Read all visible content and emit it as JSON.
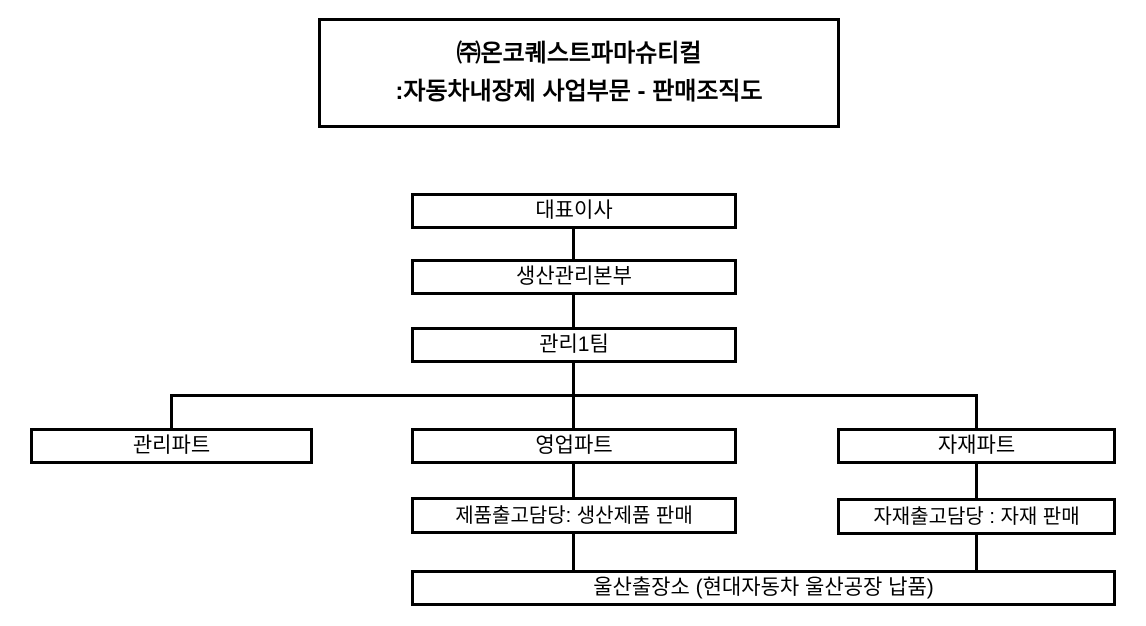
{
  "title": {
    "line1": "㈜온코퀘스트파마슈티컬",
    "line2": ":자동차내장제 사업부문 - 판매조직도"
  },
  "org": {
    "ceo": "대표이사",
    "production_hq": "생산관리본부",
    "management_team1": "관리1팀",
    "management_part": "관리파트",
    "sales_part": "영업파트",
    "materials_part": "자재파트",
    "product_shipping": "제품출고담당: 생산제품 판매",
    "materials_shipping": "자재출고담당 : 자재 판매",
    "ulsan_office": "울산출장소 (현대자동차 울산공장 납품)"
  },
  "colors": {
    "background": "#ffffff",
    "box_fill": "#ffffff",
    "border": "#000000",
    "text": "#000000"
  }
}
